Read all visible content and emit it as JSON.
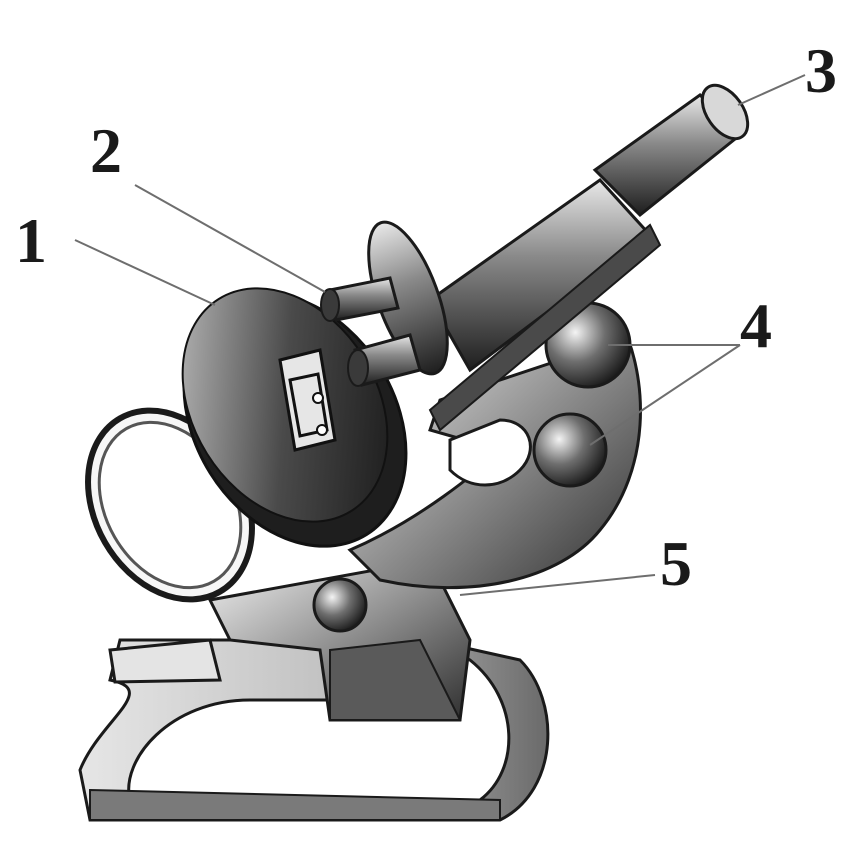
{
  "callouts": [
    {
      "id": "1",
      "label": "1",
      "target": "stage"
    },
    {
      "id": "2",
      "label": "2",
      "target": "objective-lenses"
    },
    {
      "id": "3",
      "label": "3",
      "target": "eyepiece"
    },
    {
      "id": "4",
      "label": "4",
      "target": "focus-knobs"
    },
    {
      "id": "5",
      "label": "5",
      "target": "arm"
    }
  ],
  "colors": {
    "ink": "#1a1a1a",
    "metal_dark": "#3a3a3a",
    "metal_mid": "#8c8c8c",
    "metal_light": "#d6d6d6",
    "leader": "#6e6e6e",
    "background": "#ffffff"
  }
}
